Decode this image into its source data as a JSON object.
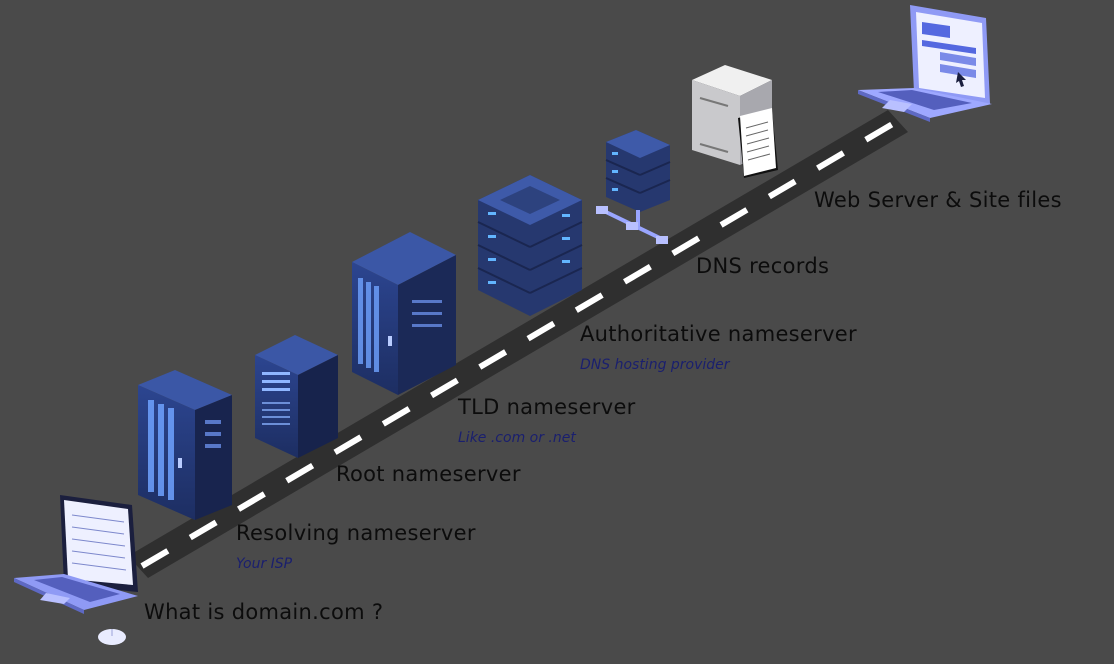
{
  "colors": {
    "background": "#4a4a4a",
    "road": "#2f2f2f",
    "road_dash": "#ffffff",
    "server_dark": "#22346a",
    "server_light": "#4a6ab8",
    "led_blue": "#5aa8ff",
    "laptop_body": "#9ea8ff",
    "label_main": "#0c0c0c",
    "label_sub": "#1a1f6e"
  },
  "nodes": [
    {
      "id": "client",
      "label": "What is domain.com ?",
      "sublabel": "",
      "icon": "laptop-icon"
    },
    {
      "id": "resolver",
      "label": "Resolving nameserver",
      "sublabel": "Your ISP",
      "icon": "server-rack-icon"
    },
    {
      "id": "root",
      "label": "Root nameserver",
      "sublabel": "",
      "icon": "server-tower-icon"
    },
    {
      "id": "tld",
      "label": "TLD nameserver",
      "sublabel": "Like .com or .net",
      "icon": "server-rack-icon"
    },
    {
      "id": "authoritative",
      "label": "Authoritative nameserver",
      "sublabel": "DNS hosting provider",
      "icon": "stacked-server-icon"
    },
    {
      "id": "records",
      "label": "DNS records",
      "sublabel": "",
      "icon": "network-server-icon"
    },
    {
      "id": "webserver",
      "label": "Web Server & Site files",
      "sublabel": "",
      "icon": "web-server-icon"
    }
  ]
}
